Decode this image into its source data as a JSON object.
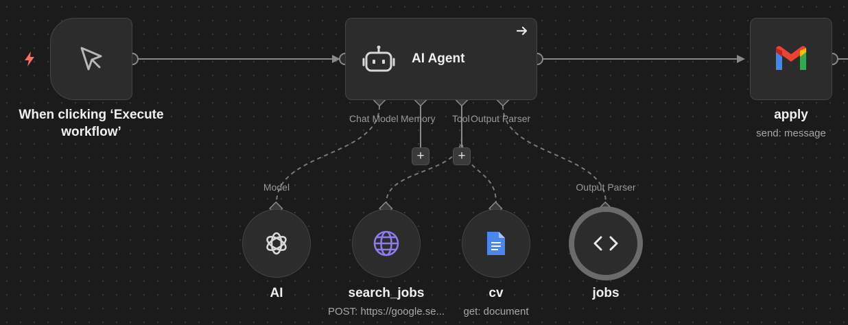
{
  "canvas": {
    "background": "#1b1b1b",
    "grid_dot_color": "#3a3a3a"
  },
  "nodes": {
    "trigger": {
      "title": "When clicking ‘Execute workflow’",
      "icon": "cursor-pointer-icon",
      "badge_icon": "lightning-bolt-icon"
    },
    "agent": {
      "title": "AI Agent",
      "icon": "robot-icon",
      "corner_icon": "arrow-right-icon",
      "ports": {
        "chat_model": "Chat Model",
        "memory": "Memory",
        "tool": "Tool",
        "output_parser": "Output Parser"
      }
    },
    "gmail": {
      "title": "apply",
      "subtitle": "send: message",
      "icon": "gmail-icon"
    },
    "ai": {
      "title": "AI",
      "icon": "openai-icon",
      "port_label": "Model"
    },
    "search_jobs": {
      "title": "search_jobs",
      "subtitle": "POST: https://google.se...",
      "icon": "globe-icon"
    },
    "cv": {
      "title": "cv",
      "subtitle": "get: document",
      "icon": "google-docs-icon"
    },
    "jobs": {
      "title": "jobs",
      "icon": "code-brackets-icon",
      "port_label": "Output Parser"
    }
  },
  "buttons": {
    "add_memory": "+",
    "add_tool": "+"
  },
  "colors": {
    "node_bg": "#2c2c2c",
    "node_border": "#454545",
    "wire": "#8a8a8a",
    "dashed_wire": "#7a7a7a",
    "trigger_bolt": "#ff6d5a",
    "globe": "#8c7cf0",
    "docs": "#4a86f0",
    "selected_ring": "#6b6b6b"
  }
}
